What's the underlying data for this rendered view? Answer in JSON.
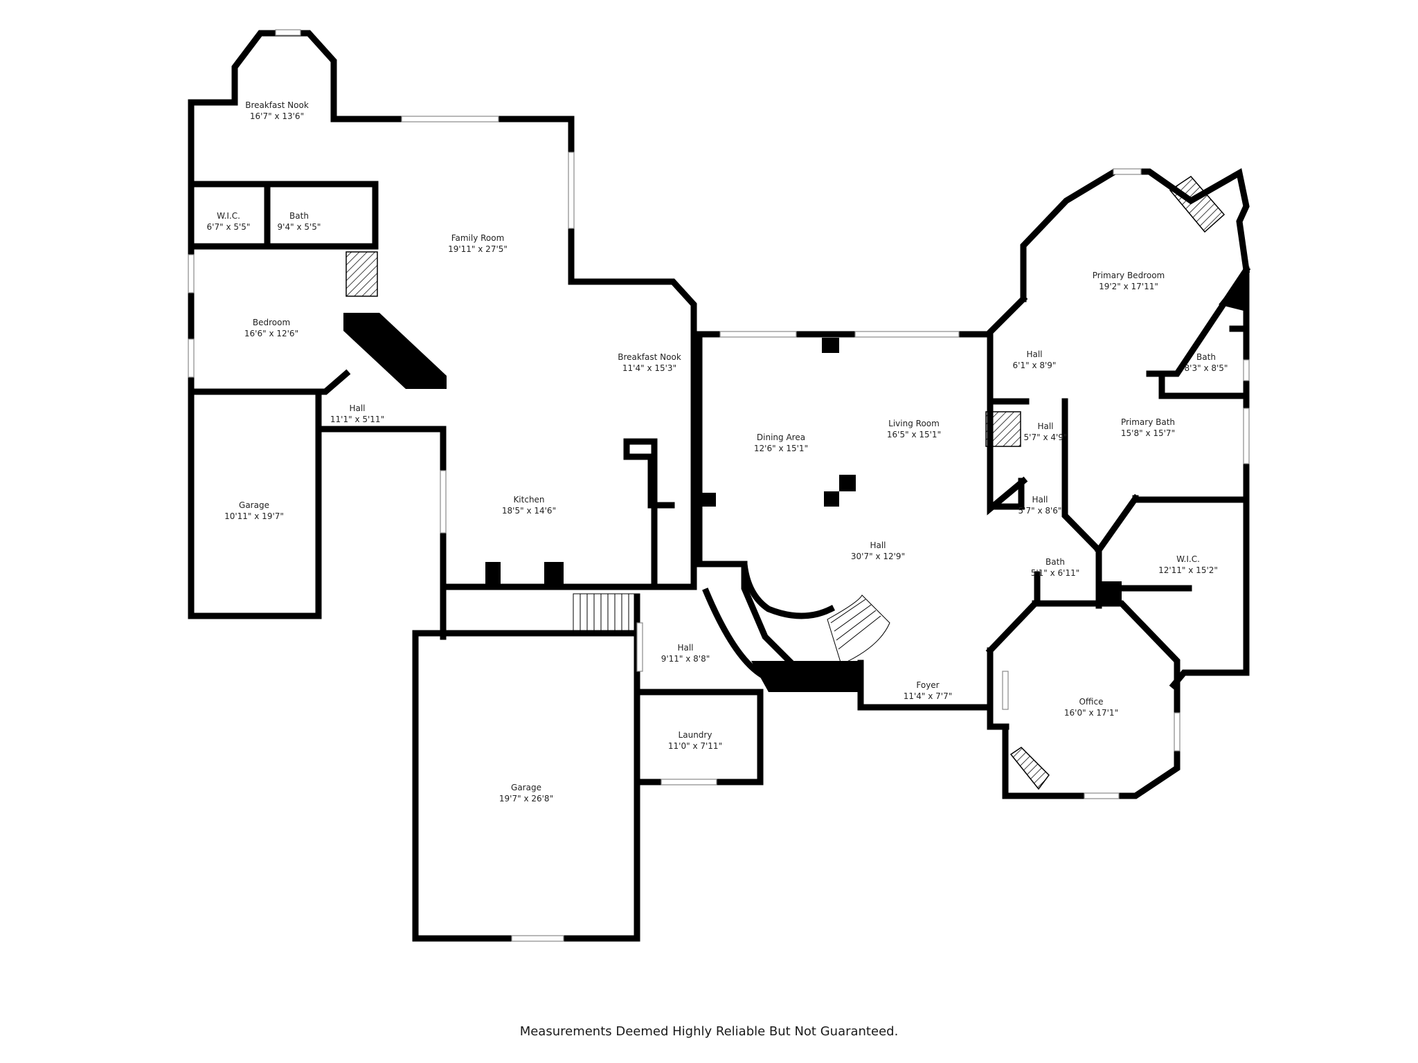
{
  "rooms": [
    {
      "name": "Breakfast Nook",
      "dims": "16'7\" x 13'6\""
    },
    {
      "name": "W.I.C.",
      "dims": "6'7\" x 5'5\""
    },
    {
      "name": "Bath",
      "dims": "9'4\" x 5'5\""
    },
    {
      "name": "Family Room",
      "dims": "19'11\" x 27'5\""
    },
    {
      "name": "Bedroom",
      "dims": "16'6\" x 12'6\""
    },
    {
      "name": "Hall",
      "dims": "11'1\" x 5'11\""
    },
    {
      "name": "Garage",
      "dims": "10'11\" x 19'7\""
    },
    {
      "name": "Breakfast Nook",
      "dims": "11'4\" x 15'3\""
    },
    {
      "name": "Kitchen",
      "dims": "18'5\" x 14'6\""
    },
    {
      "name": "Dining Area",
      "dims": "12'6\" x 15'1\""
    },
    {
      "name": "Living Room",
      "dims": "16'5\" x 15'1\""
    },
    {
      "name": "Hall",
      "dims": "30'7\" x 12'9\""
    },
    {
      "name": "Hall",
      "dims": "9'11\" x 8'8\""
    },
    {
      "name": "Laundry",
      "dims": "11'0\" x 7'11\""
    },
    {
      "name": "Garage",
      "dims": "19'7\" x 26'8\""
    },
    {
      "name": "Foyer",
      "dims": "11'4\" x 7'7\""
    },
    {
      "name": "Primary Bedroom",
      "dims": "19'2\" x 17'11\""
    },
    {
      "name": "Hall",
      "dims": "6'1\" x 8'9\""
    },
    {
      "name": "Bath",
      "dims": "8'3\" x 8'5\""
    },
    {
      "name": "Hall",
      "dims": "5'7\" x 4'9\""
    },
    {
      "name": "Primary Bath",
      "dims": "15'8\" x 15'7\""
    },
    {
      "name": "Hall",
      "dims": "5'7\" x 8'6\""
    },
    {
      "name": "Bath",
      "dims": "5'1\" x 6'11\""
    },
    {
      "name": "W.I.C.",
      "dims": "12'11\" x 15'2\""
    },
    {
      "name": "Office",
      "dims": "16'0\" x 17'1\""
    }
  ],
  "disclaimer": "Measurements Deemed Highly Reliable But Not Guaranteed."
}
